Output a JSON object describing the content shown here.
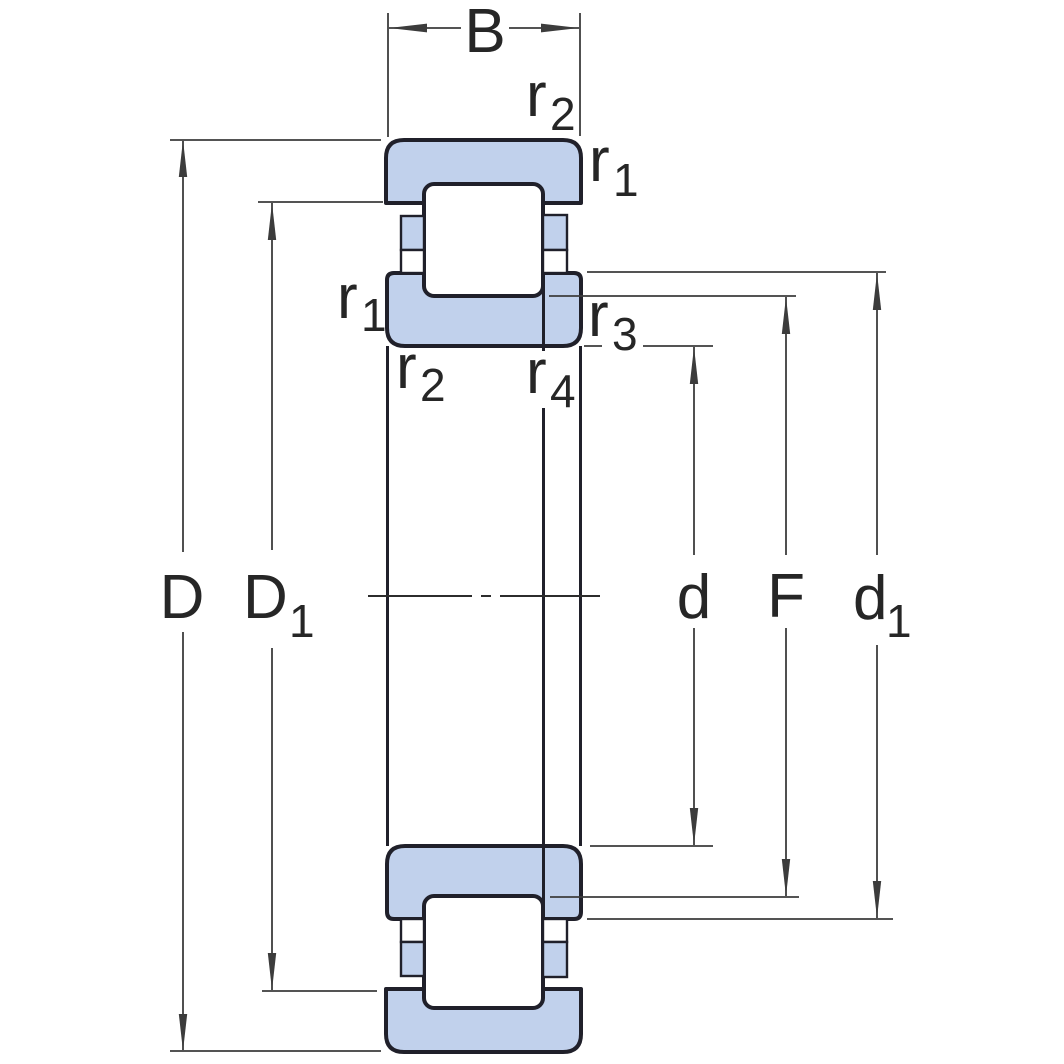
{
  "figure": {
    "kind": "cylindrical-roller-bearing-cross-section",
    "colors": {
      "ring_fill": "#c1d1ec",
      "ring_outline": "#20202a",
      "dimension_line": "#3c3c3c",
      "label_text": "#262626",
      "background": "#ffffff"
    },
    "dimension_labels": {
      "B": {
        "base": "B"
      },
      "D": {
        "base": "D"
      },
      "D1": {
        "base": "D",
        "sub": "1"
      },
      "d": {
        "base": "d"
      },
      "F": {
        "base": "F"
      },
      "d1": {
        "base": "d",
        "sub": "1"
      },
      "r1_outer_ring": {
        "base": "r",
        "sub": "1"
      },
      "r2_outer_ring": {
        "base": "r",
        "sub": "2"
      },
      "r1_inner_ring": {
        "base": "r",
        "sub": "1"
      },
      "r2_inner_ring": {
        "base": "r",
        "sub": "2"
      },
      "r3_angle_ring": {
        "base": "r",
        "sub": "3"
      },
      "r4_angle_ring": {
        "base": "r",
        "sub": "4"
      }
    }
  }
}
